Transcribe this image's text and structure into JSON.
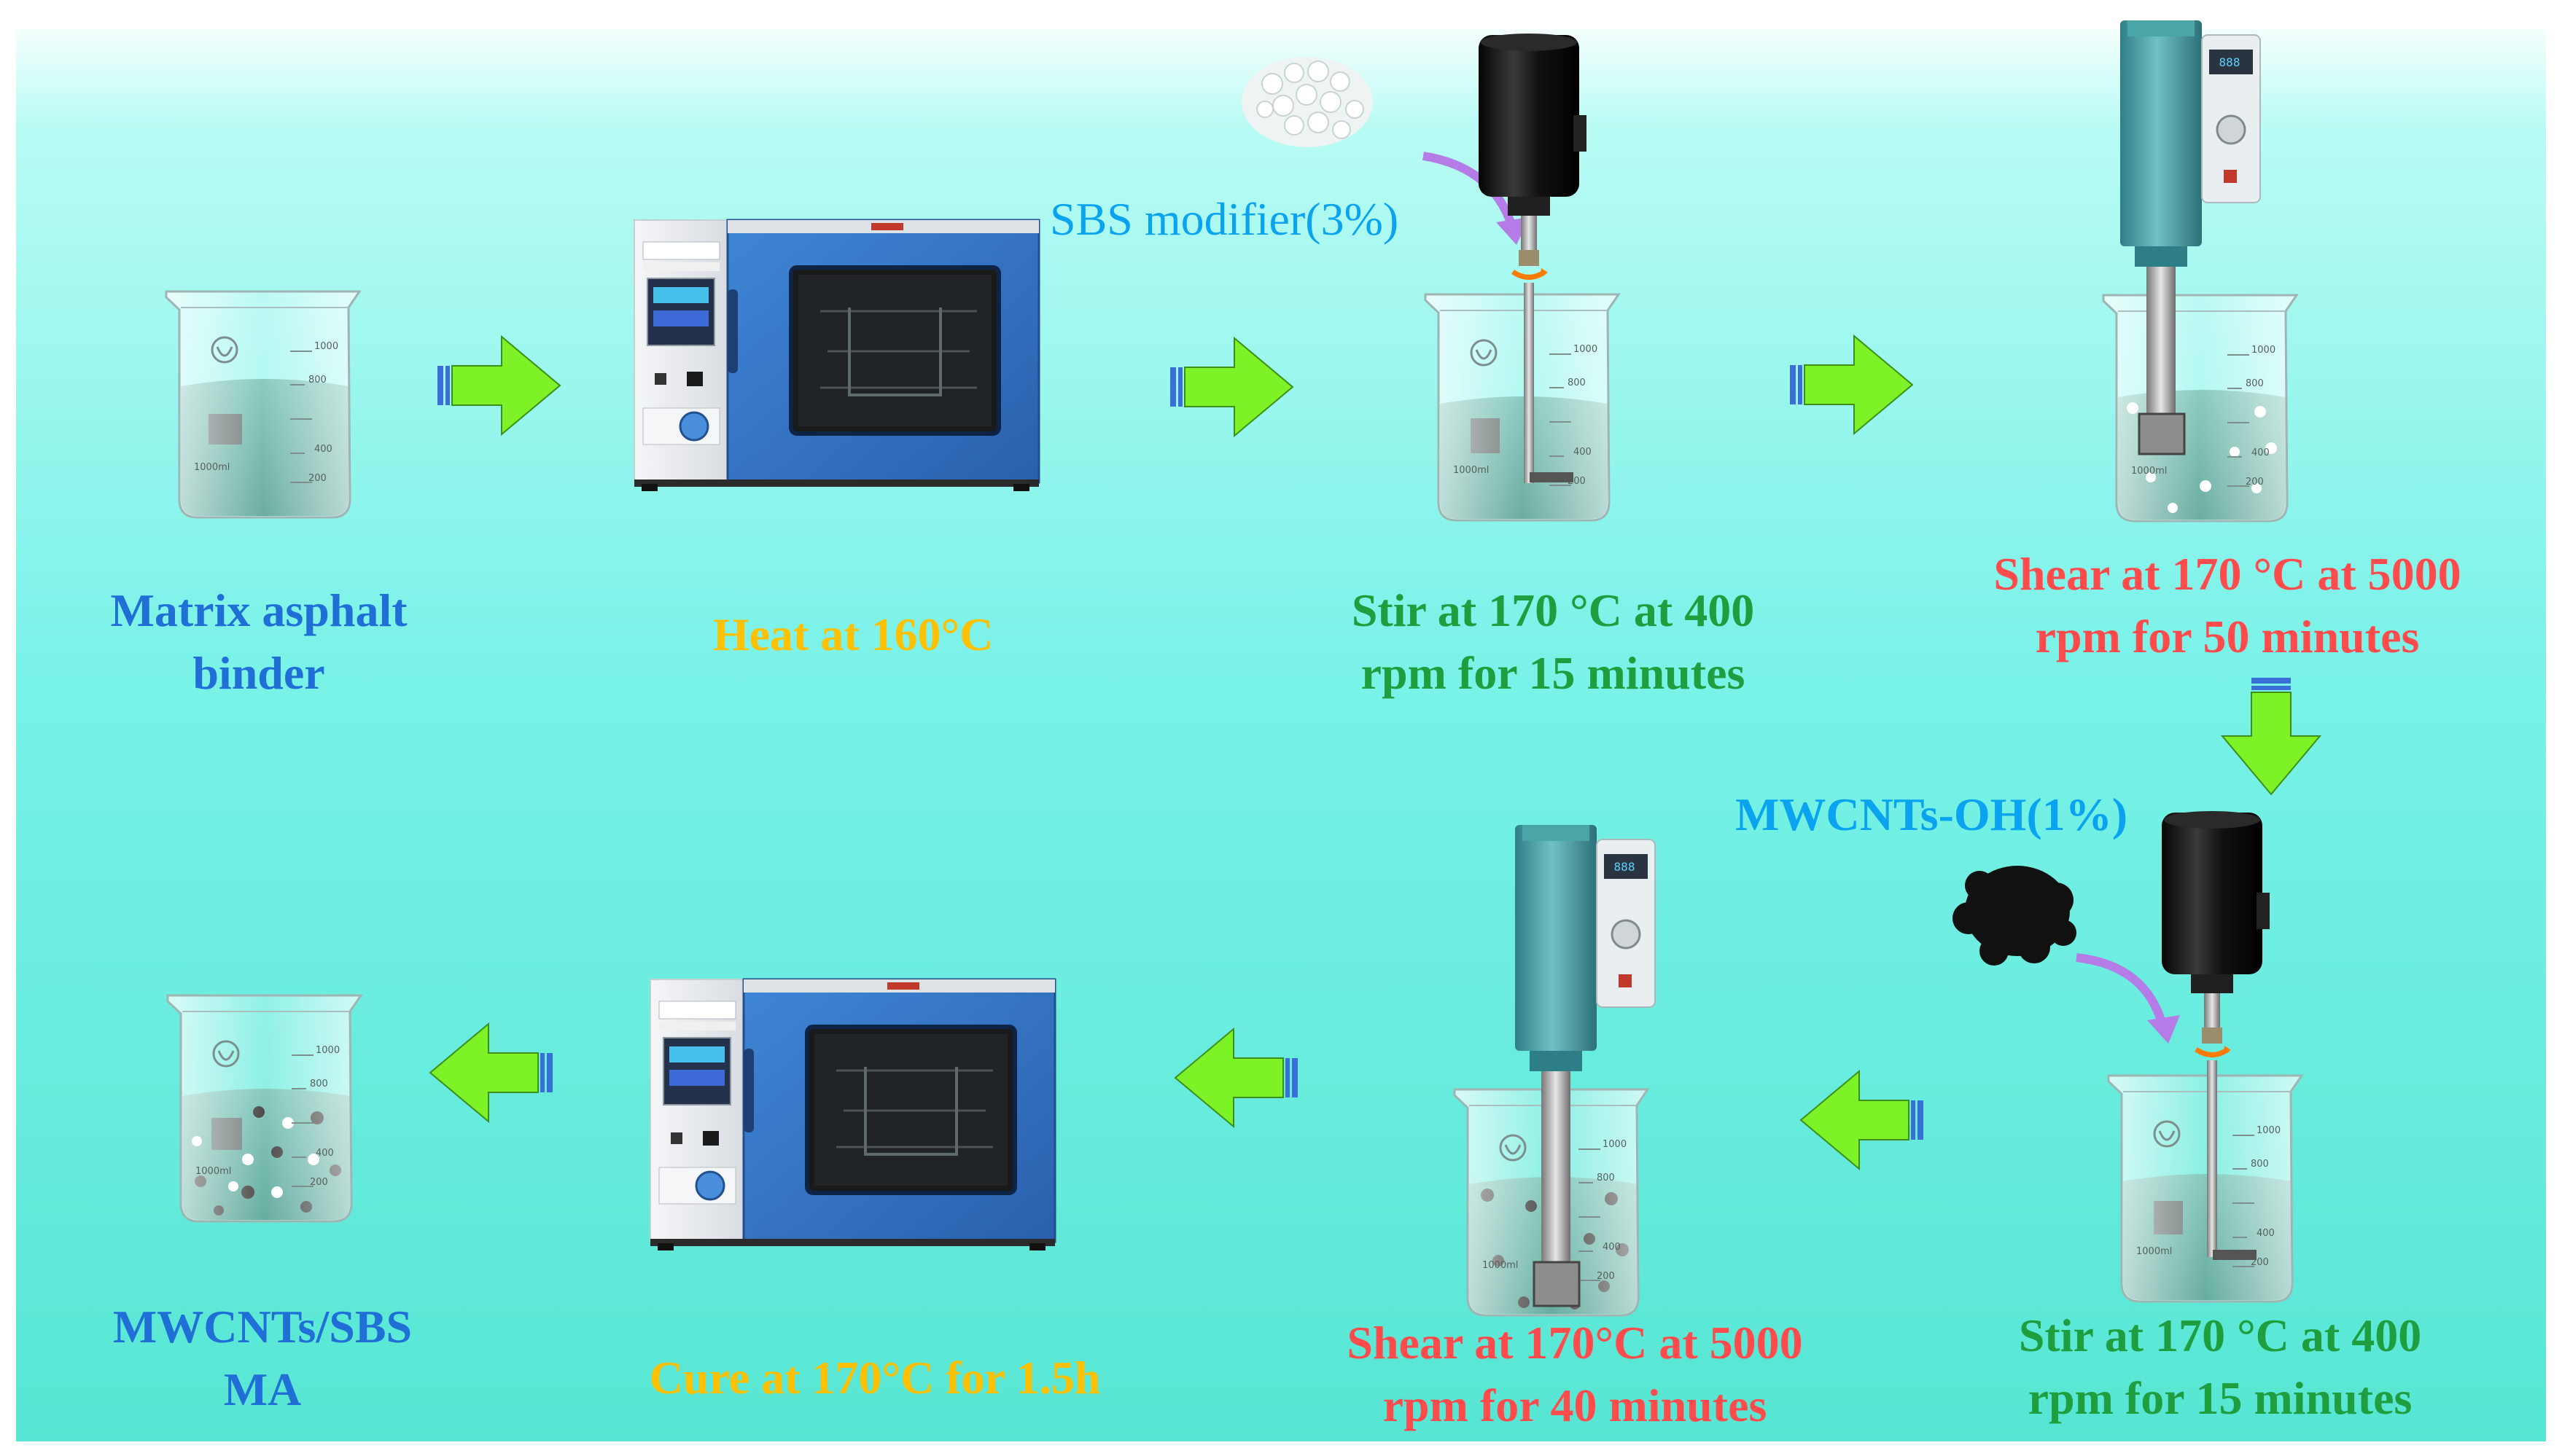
{
  "steps": [
    {
      "id": "matrix",
      "line1": "Matrix asphalt",
      "line2": "binder",
      "color": "#1f6fd6"
    },
    {
      "id": "heat",
      "line1": "Heat at 160°C",
      "color": "#ffc000"
    },
    {
      "id": "stir1",
      "line1": "Stir at 170 °C at 400",
      "line2": "rpm for 15 minutes",
      "color": "#1e9e3e"
    },
    {
      "id": "shear1",
      "line1": "Shear at 170 °C at 5000",
      "line2": "rpm for 50 minutes",
      "color": "#ff4b4b"
    },
    {
      "id": "stir2",
      "line1": "Stir at 170 °C at 400",
      "line2": "rpm for 15 minutes",
      "color": "#1e9e3e"
    },
    {
      "id": "shear2",
      "line1": "Shear at 170°C at 5000",
      "line2": "rpm for 40 minutes",
      "color": "#ff4b4b"
    },
    {
      "id": "cure",
      "line1": "Cure at 170°C for 1.5h",
      "color": "#ffc000"
    },
    {
      "id": "final",
      "line1": "MWCNTs/SBS",
      "line2": "MA",
      "color": "#1f6fd6"
    }
  ],
  "additives": {
    "sbs": {
      "label": "SBS modifier(3%)",
      "color": "#0aa3f0"
    },
    "mwcnt": {
      "label": "MWCNTs-OH(1%)",
      "color": "#0aa3f0"
    }
  },
  "beaker": {
    "marks": [
      "1000",
      "800",
      "400",
      "200"
    ],
    "volume": "1000ml"
  },
  "colors": {
    "bg_top": "#ffffff",
    "bg_mid": "#6ff3e6",
    "bg_bottom": "#4ee8d2",
    "arrow_fill": "#7df226",
    "arrow_stripe": "#3a6fd8",
    "liquid": "#3d9b8a",
    "oven": "#2f6fc0",
    "stirrer_head": "#1c1c1c",
    "shear_head": "#4aa6a6",
    "pointer_arrow": "#b57be6"
  }
}
